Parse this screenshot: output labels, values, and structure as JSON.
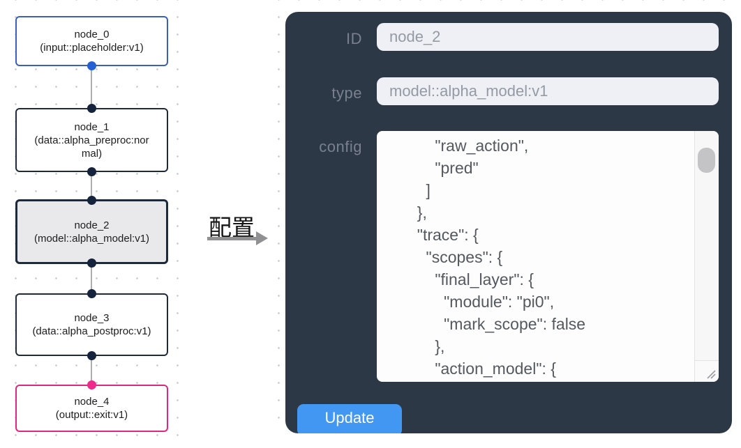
{
  "canvas": {
    "nodes": [
      {
        "title": "node_0",
        "subtitle": "(input::placeholder:v1)"
      },
      {
        "title": "node_1",
        "subtitle": "(data::alpha_preproc:normal)"
      },
      {
        "title": "node_2",
        "subtitle": "(model::alpha_model:v1)"
      },
      {
        "title": "node_3",
        "subtitle": "(data::alpha_postproc:v1)"
      },
      {
        "title": "node_4",
        "subtitle": "(output::exit:v1)"
      }
    ]
  },
  "annotation": {
    "label": "配置"
  },
  "panel": {
    "id_label": "ID",
    "id_value": "node_2",
    "type_label": "type",
    "type_value": "model::alpha_model:v1",
    "config_label": "config",
    "config_value": "      \"raw_action\",\n      \"pred\"\n    ]\n  },\n  \"trace\": {\n    \"scopes\": {\n      \"final_layer\": {\n        \"module\": \"pi0\",\n        \"mark_scope\": false\n      },\n      \"action_model\": {",
    "update_label": "Update"
  },
  "colors": {
    "panel_bg": "#2d3847",
    "accent_blue": "#4197f2",
    "node_border_default": "#1e2a3a",
    "node_border_input": "#3a5fbe",
    "node_border_output": "#e1267f",
    "node_selected_fill": "#e9e9eb",
    "port_blue": "#2460d4",
    "port_dark": "#16233c",
    "port_pink": "#ee2b8c",
    "edge_gray": "#aeaeb0"
  }
}
